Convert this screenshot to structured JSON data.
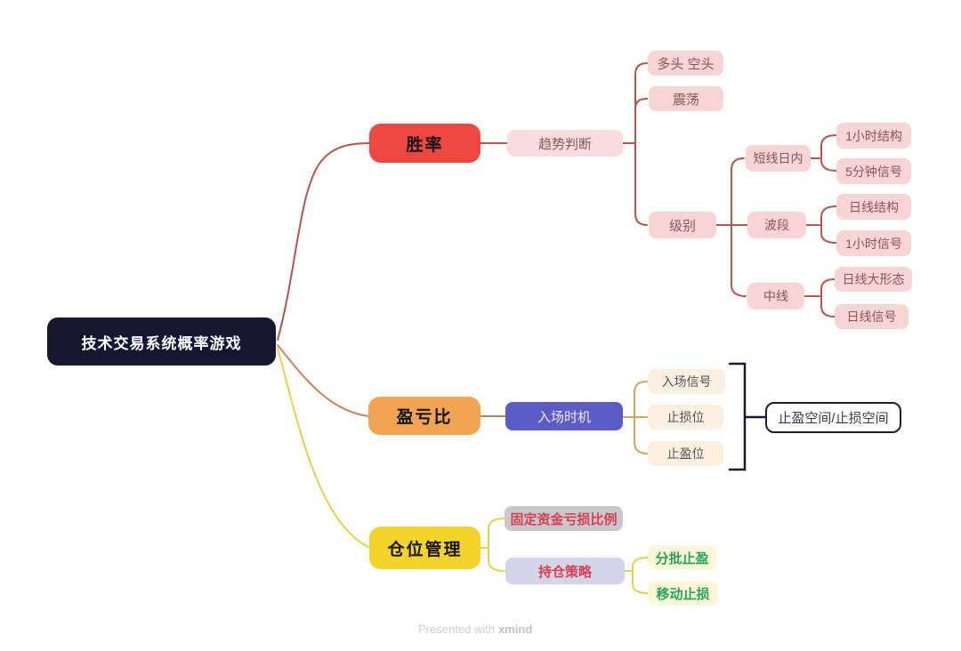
{
  "app": {
    "watermark_prefix": "Presented with",
    "watermark_brand": "xmind"
  },
  "colors": {
    "root_bg": "#16162f",
    "win_rate_bg": "#ee4741",
    "rr_ratio_bg": "#f1a452",
    "position_mgmt_bg": "#f3d42c",
    "entry_timing_bg": "#5b5cc5",
    "pink_node_bg": "#f8d5d5",
    "cream_node_bg": "#fbf0e0",
    "gray_node_bg": "#c8c8cc",
    "lavender_node_bg": "#d3d4e7",
    "pale_yellow_node_bg": "#faf7d7",
    "red_text": "#d84050",
    "green_text": "#27a45c",
    "branch1_line": "#b5534f",
    "branch2_line": "#c8835f",
    "branch2_child_line": "#d2a468",
    "branch3_line": "#e4d24c",
    "bracket_line": "#18182c"
  },
  "nodes": {
    "root": "技术交易系统概率游戏",
    "win_rate": "胜率",
    "trend_judgment": "趋势判断",
    "long_short": "多头 空头",
    "oscillation": "震荡",
    "level": "级别",
    "intraday": "短线日内",
    "h1_structure": "1小时结构",
    "m5_signal": "5分钟信号",
    "swing": "波段",
    "daily_structure": "日线结构",
    "h1_signal": "1小时信号",
    "mid_term": "中线",
    "daily_pattern": "日线大形态",
    "daily_signal": "日线信号",
    "rr_ratio": "盈亏比",
    "entry_timing": "入场时机",
    "entry_signal": "入场信号",
    "stop_loss": "止损位",
    "take_profit": "止盈位",
    "space_note": "止盈空间/止损空间",
    "position_mgmt": "仓位管理",
    "fixed_loss_ratio": "固定资金亏损比例",
    "holding_strategy": "持仓策略",
    "batch_tp": "分批止盈",
    "trailing_sl": "移动止损"
  }
}
